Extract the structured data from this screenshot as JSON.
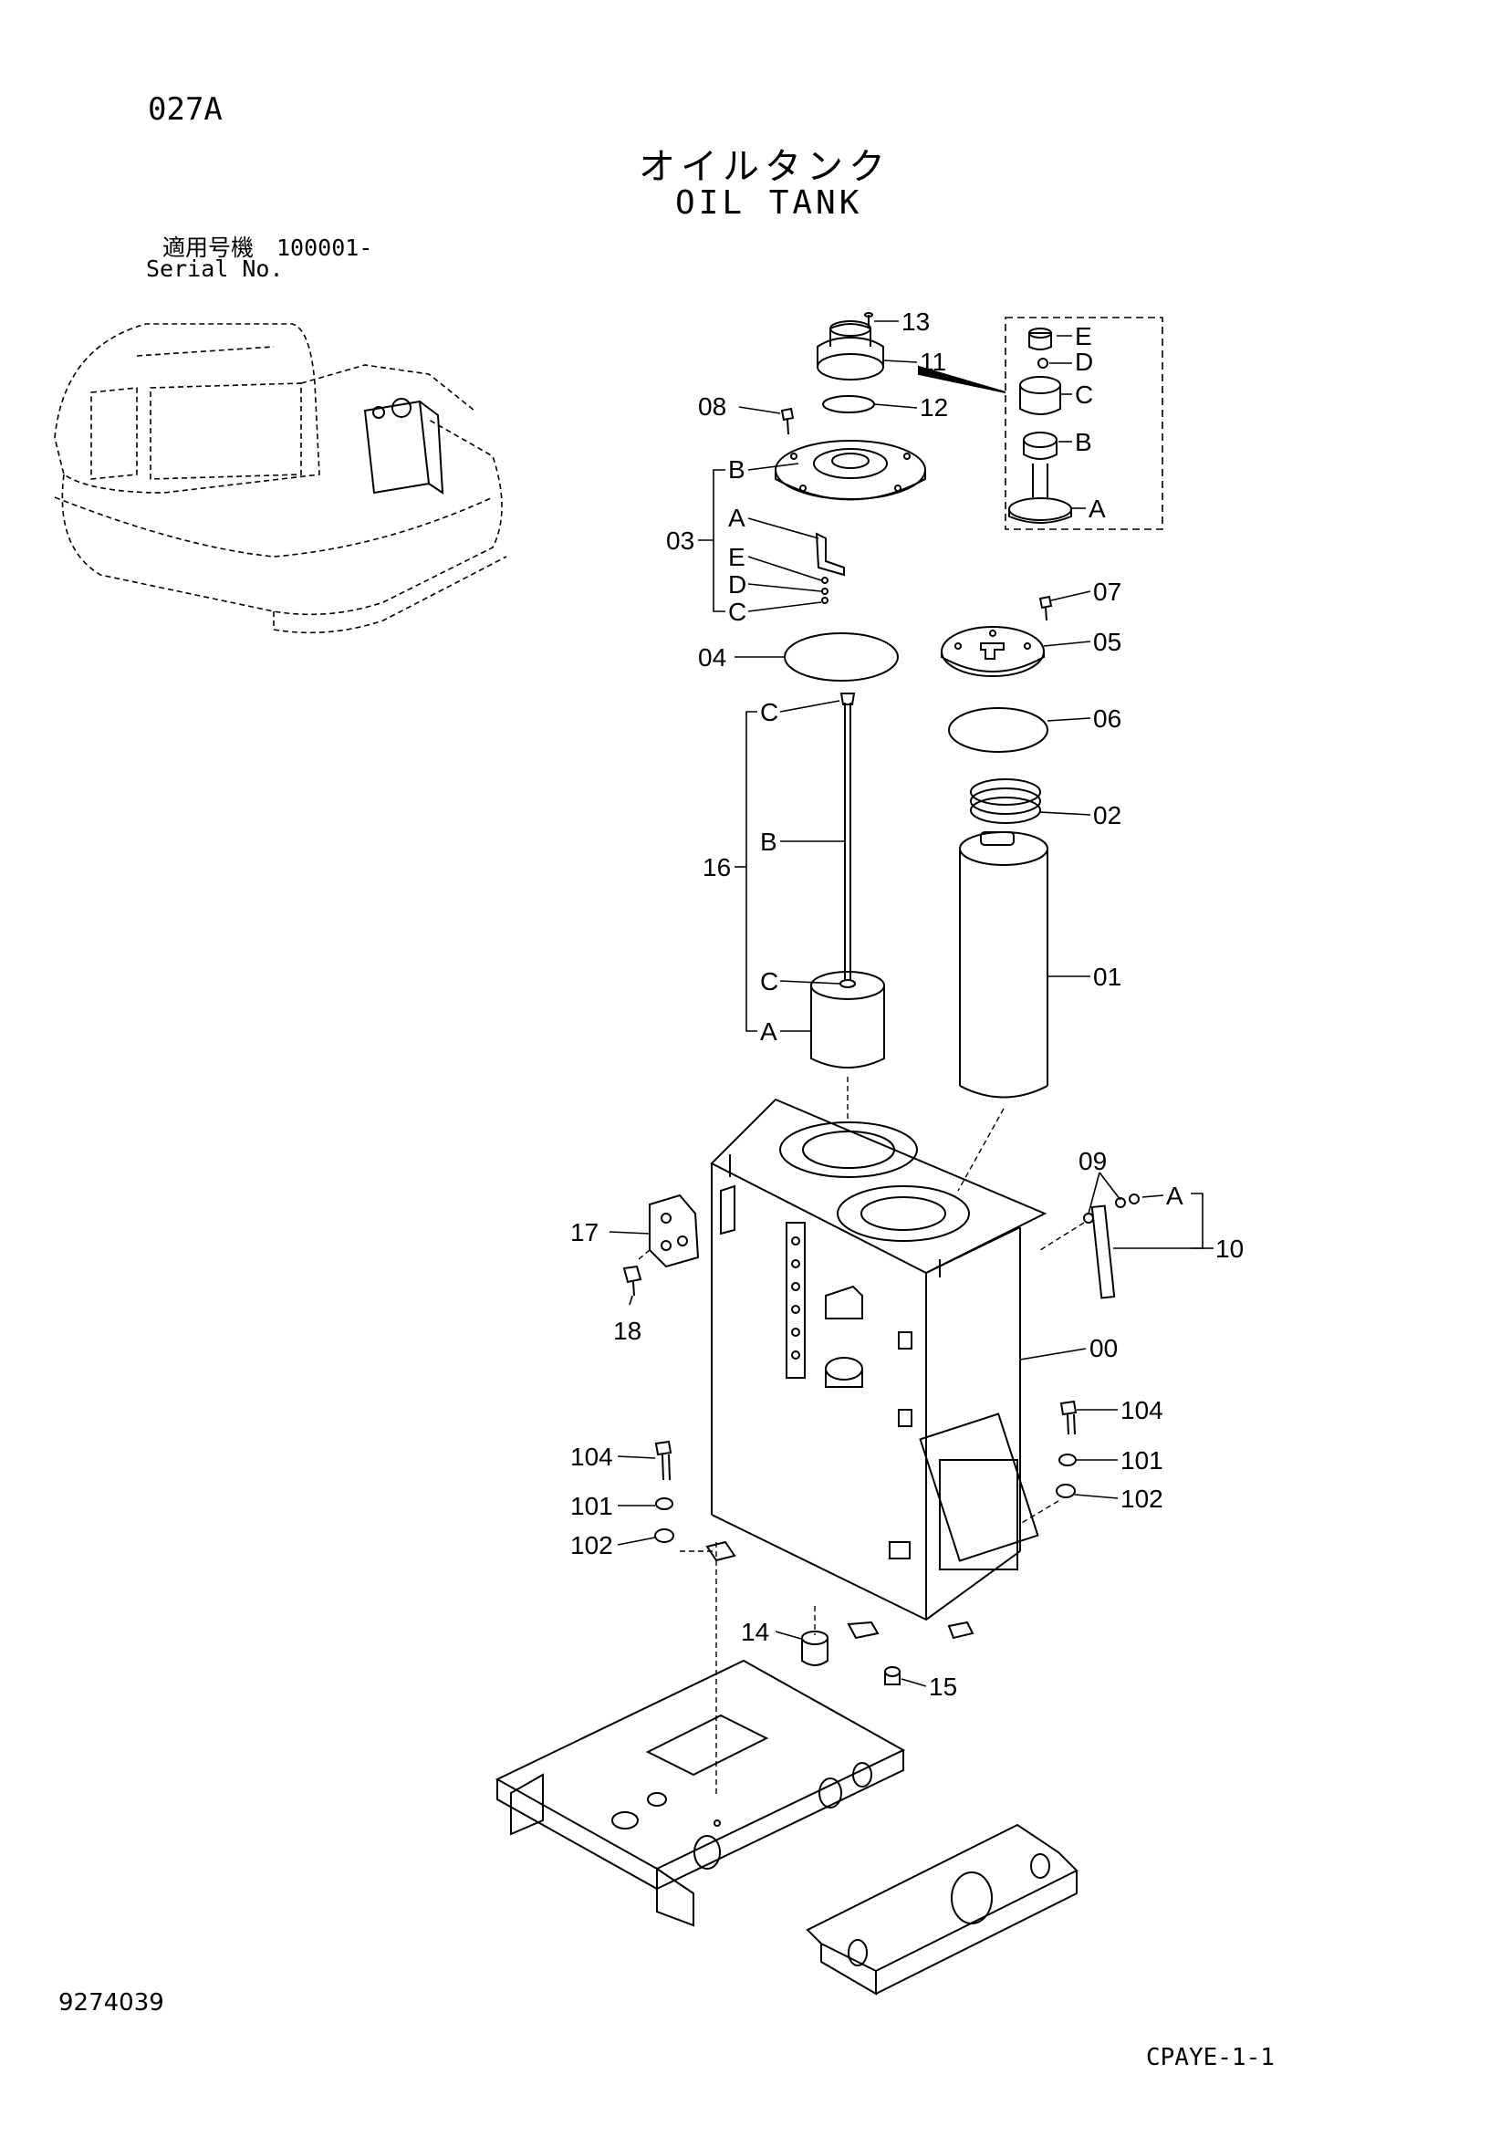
{
  "header": {
    "page_code": "027A",
    "title_jp": "オイルタンク",
    "title_en": "OIL TANK",
    "serial_jp": "適用号機　100001-",
    "serial_en": "Serial No."
  },
  "footer": {
    "drawing_number": "9274039",
    "sheet_code": "CPAYE-1-1"
  },
  "callouts": {
    "p13": "13",
    "p11": "11",
    "p12": "12",
    "p08": "08",
    "p03": "03",
    "p03_B": "B",
    "p03_A": "A",
    "p03_E": "E",
    "p03_D": "D",
    "p03_C": "C",
    "p04": "04",
    "p07": "07",
    "p05": "05",
    "p06": "06",
    "p02": "02",
    "p01": "01",
    "p16": "16",
    "p16_C1": "C",
    "p16_B": "B",
    "p16_C2": "C",
    "p16_A": "A",
    "detail_E": "E",
    "detail_D": "D",
    "detail_C": "C",
    "detail_B": "B",
    "detail_A": "A",
    "p09": "09",
    "p09_A": "A",
    "p10": "10",
    "p17": "17",
    "p18": "18",
    "p00": "00",
    "p104_r": "104",
    "p101_r": "101",
    "p102_r": "102",
    "p104_l": "104",
    "p101_l": "101",
    "p102_l": "102",
    "p14": "14",
    "p15": "15"
  }
}
